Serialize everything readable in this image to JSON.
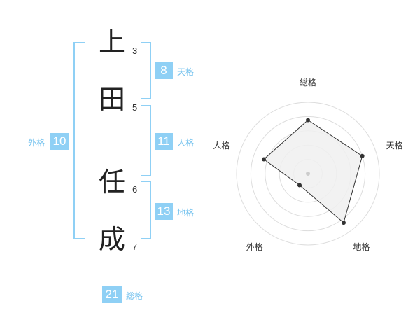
{
  "name_chars": [
    {
      "char": "上",
      "strokes": "3"
    },
    {
      "char": "田",
      "strokes": "5"
    },
    {
      "char": "任",
      "strokes": "6"
    },
    {
      "char": "成",
      "strokes": "7"
    }
  ],
  "fortunes": {
    "ten": {
      "label": "天格",
      "value": "8"
    },
    "jin": {
      "label": "人格",
      "value": "11"
    },
    "chi": {
      "label": "地格",
      "value": "13"
    },
    "gai": {
      "label": "外格",
      "value": "10"
    },
    "sou": {
      "label": "総格",
      "value": "21"
    }
  },
  "colors": {
    "accent": "#8fd0f5",
    "label": "#74c2ee",
    "radar_fill": "#f0f0f0",
    "radar_line": "#333333",
    "radar_ring": "#dddddd"
  },
  "chart_data": {
    "type": "radar",
    "axes": [
      "総格",
      "天格",
      "地格",
      "外格",
      "人格"
    ],
    "values": [
      0.75,
      0.8,
      0.85,
      0.2,
      0.65
    ],
    "rmax": 1,
    "rings": 5,
    "center_marker": true
  }
}
